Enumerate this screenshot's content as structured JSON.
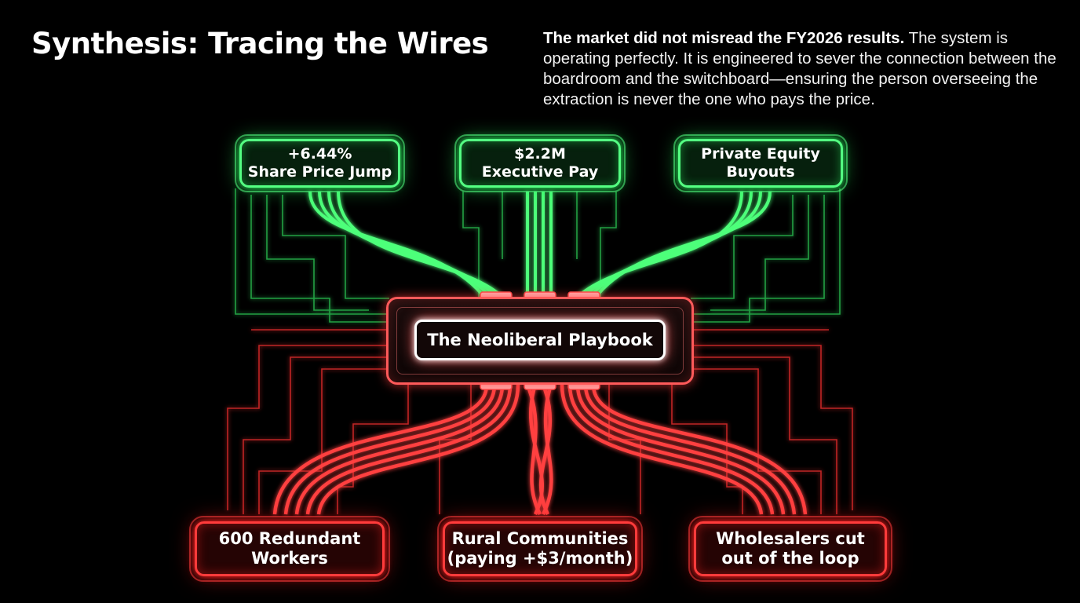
{
  "header": {
    "title": "Synthesis: Tracing the Wires",
    "summary_lead": "The market did not misread the FY2026 results.",
    "summary_rest": " The system is operating perfectly. It is engineered to sever the connection between the boardroom and the switchboard—ensuring the person overseeing the extraction is never the one who pays the price."
  },
  "diagram": {
    "hub": {
      "label": "The Neoliberal Playbook"
    },
    "top_nodes": [
      {
        "label": "+6.44%\nShare Price Jump"
      },
      {
        "label": "$2.2M\nExecutive Pay"
      },
      {
        "label": "Private Equity\nBuyouts"
      }
    ],
    "bottom_nodes": [
      {
        "label": "600 Redundant\nWorkers"
      },
      {
        "label": "Rural Communities\n(paying +$3/month)"
      },
      {
        "label": "Wholesalers cut\nout of the loop"
      }
    ]
  },
  "colors": {
    "background": "#000000",
    "benefit_green": "#4dff7a",
    "cost_red": "#ff3b3b",
    "hub_border": "#ffffff"
  }
}
